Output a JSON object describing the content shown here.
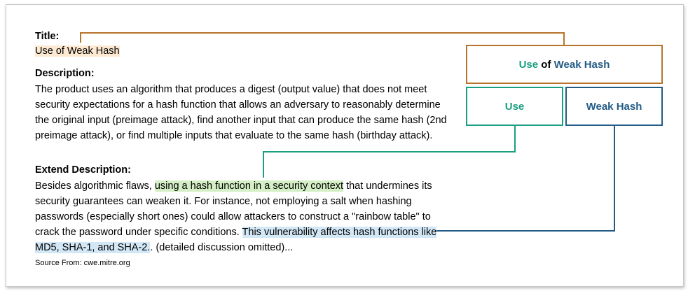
{
  "colors": {
    "title_connector": "#b8742b",
    "use_connector": "#1a9f80",
    "weak_connector": "#245c86",
    "title_highlight": "#fde9d1",
    "use_highlight": "#d4efc5",
    "weak_highlight": "#d3e8f6"
  },
  "title": {
    "heading": "Title:",
    "value": "Use of Weak Hash"
  },
  "description": {
    "heading": "Description:",
    "text": "The product uses an algorithm that produces a digest (output value) that does not meet security expectations for a hash function that allows an adversary to reasonably determine the original input (preimage attack), find another input that can produce the same hash (2nd preimage attack), or find multiple inputs that evaluate to the same hash (birthday attack)."
  },
  "extend": {
    "heading": "Extend Description:",
    "part1": "Besides algorithmic flaws, ",
    "highlight_use": "using a hash function in a security context",
    "part2": " that undermines its security guarantees can weaken it. For instance, not employing a salt when hashing passwords (especially short ones) could allow attackers to construct a \"rainbow table\" to crack the password under specific conditions. ",
    "highlight_weak": "This vulnerability affects hash functions like MD5, SHA-1, and SHA-2.",
    "part3": ". (detailed discussion omitted)..."
  },
  "source": "Source From: cwe.mitre.org",
  "diagram": {
    "top_box": {
      "use": "Use",
      "of": " of ",
      "weak_hash": "Weak Hash"
    },
    "use_box": "Use",
    "weak_hash_box": "Weak Hash"
  }
}
